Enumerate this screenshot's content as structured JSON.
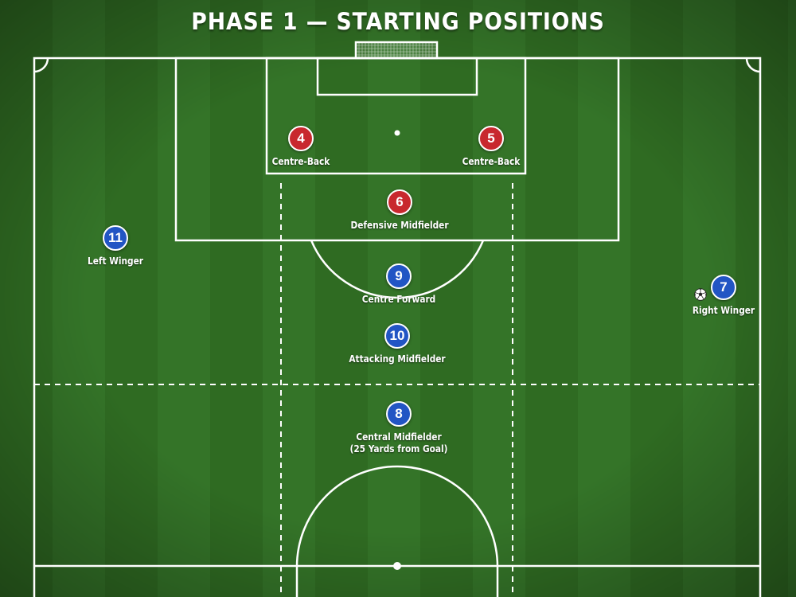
{
  "title": "PHASE 1 — STARTING POSITIONS",
  "colors": {
    "grass_dark": "#2f6b22",
    "grass_light": "#347428",
    "lines": "#ffffff",
    "red_team": "#c8282e",
    "blue_team": "#2255c4"
  },
  "players": {
    "p4": {
      "number": "4",
      "team": "red",
      "label": "Centre-Back"
    },
    "p5": {
      "number": "5",
      "team": "red",
      "label": "Centre-Back"
    },
    "p6": {
      "number": "6",
      "team": "red",
      "label": "Defensive Midfielder"
    },
    "p11": {
      "number": "11",
      "team": "blue",
      "label": "Left Winger"
    },
    "p9": {
      "number": "9",
      "team": "blue",
      "label": "Centre Forward"
    },
    "p7": {
      "number": "7",
      "team": "blue",
      "label": "Right Winger"
    },
    "p10": {
      "number": "10",
      "team": "blue",
      "label": "Attacking Midfielder"
    },
    "p8": {
      "number": "8",
      "team": "blue",
      "label": "Central Midfielder",
      "label2": "(25 Yards from Goal)"
    }
  },
  "ball": {
    "icon": "soccer-ball-icon"
  }
}
